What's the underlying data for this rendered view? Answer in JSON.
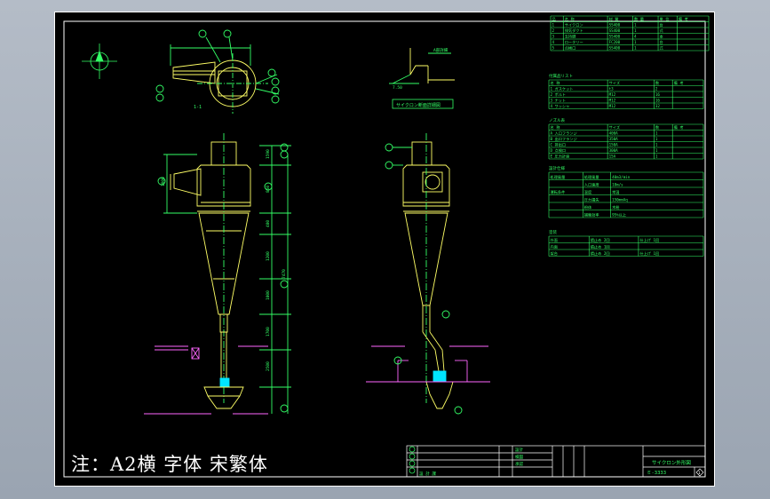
{
  "note_text": "注：A2横 字体 宋繁体",
  "colors": {
    "background": "#000000",
    "frame_line": "#ffffff",
    "part_line": "#ffff66",
    "dimension": "#33ff66",
    "leader": "#ff66ff",
    "hatch": "#00e5ff",
    "window": "#a6afbb"
  },
  "parts_list": {
    "headers": [
      "品",
      "名 称",
      "材 質",
      "数 量",
      "単 位",
      "備 考"
    ],
    "rows": [
      [
        "1",
        "サイクロン",
        "SS400",
        "1",
        "台",
        ""
      ],
      [
        "2",
        "排気ダクト",
        "SS400",
        "1",
        "式",
        ""
      ],
      [
        "3",
        "支持脚",
        "SS400",
        "4",
        "本",
        ""
      ],
      [
        "4",
        "ロータリー",
        "FC200",
        "1",
        "台",
        ""
      ],
      [
        "5",
        "点検口",
        "SS400",
        "1",
        "式",
        ""
      ]
    ]
  },
  "table_a": {
    "title": "付属品リスト",
    "headers": [
      "名 称",
      "サイズ",
      "数",
      "備 考"
    ],
    "rows": [
      [
        "1 ガスケット",
        "t3",
        "2",
        ""
      ],
      [
        "2 ボルト",
        "M12",
        "16",
        ""
      ],
      [
        "3 ナット",
        "M12",
        "16",
        ""
      ],
      [
        "4 ワッシャ",
        "M12",
        "32",
        ""
      ]
    ]
  },
  "table_b": {
    "title": "ノズル表",
    "headers": [
      "名 称",
      "サイズ",
      "数",
      "備 考"
    ],
    "rows": [
      [
        "A 入口フランジ",
        "400A",
        "1",
        ""
      ],
      [
        "B 出口フランジ",
        "350A",
        "1",
        ""
      ],
      [
        "C 排出口",
        "150A",
        "1",
        ""
      ],
      [
        "D 点検口",
        "300A",
        "1",
        ""
      ],
      [
        "E 圧力計座",
        "15A",
        "1",
        ""
      ]
    ]
  },
  "table_c": {
    "title": "設計仕様",
    "rows": [
      [
        "処理風量",
        "処理風量",
        "40m3/min"
      ],
      [
        "",
        "入口速度",
        "18m/s"
      ],
      [
        "運転条件",
        "温度",
        "常温"
      ],
      [
        "",
        "圧力損失",
        "150mmAq"
      ],
      [
        "",
        "粉体",
        "木粉"
      ],
      [
        "",
        "捕集効率",
        "95%以上"
      ]
    ]
  },
  "table_d": {
    "title": "塗装",
    "rows": [
      [
        "外面",
        "錆止め 2回",
        "仕上げ 1回"
      ],
      [
        "内面",
        "錆止め 1回",
        ""
      ],
      [
        "架台",
        "錆止め 2回",
        "仕上げ 1回"
      ]
    ]
  },
  "title_block": {
    "dept": "設 計 課",
    "designed": "設計",
    "checked": "検図",
    "approved": "承認",
    "drawing_number": "ミ-3333",
    "title": "サイクロン外形図",
    "revision": "1"
  },
  "views": {
    "plan_label": "1-1",
    "section_label": "サイクロン断面詳細図",
    "detail_label": "A部詳細"
  },
  "dimensions": {
    "height_labels": [
      "1590",
      "850",
      "400",
      "1200",
      "1000",
      "1700",
      "2500",
      "7470"
    ],
    "inlet_width": "1000",
    "detail_height": "7.50"
  },
  "balloons": [
    "1",
    "2",
    "3",
    "4",
    "5"
  ]
}
